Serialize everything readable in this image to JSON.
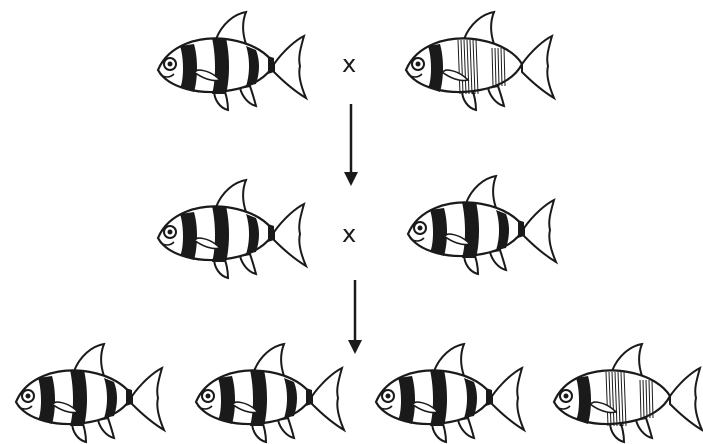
{
  "diagram": {
    "generations": [
      {
        "id": "parents",
        "cross_symbol": "x",
        "fish": [
          {
            "pattern": "banded"
          },
          {
            "pattern": "striated"
          }
        ]
      },
      {
        "id": "f1",
        "cross_symbol": "x",
        "fish": [
          {
            "pattern": "banded"
          },
          {
            "pattern": "banded"
          }
        ]
      },
      {
        "id": "f2",
        "cross_symbol": "",
        "fish": [
          {
            "pattern": "banded"
          },
          {
            "pattern": "banded"
          },
          {
            "pattern": "banded"
          },
          {
            "pattern": "striated"
          }
        ]
      }
    ],
    "colors": {
      "ink": "#1a1a1a",
      "paper": "#ffffff"
    },
    "icons": [
      "fish-icon",
      "down-arrow-icon"
    ]
  }
}
